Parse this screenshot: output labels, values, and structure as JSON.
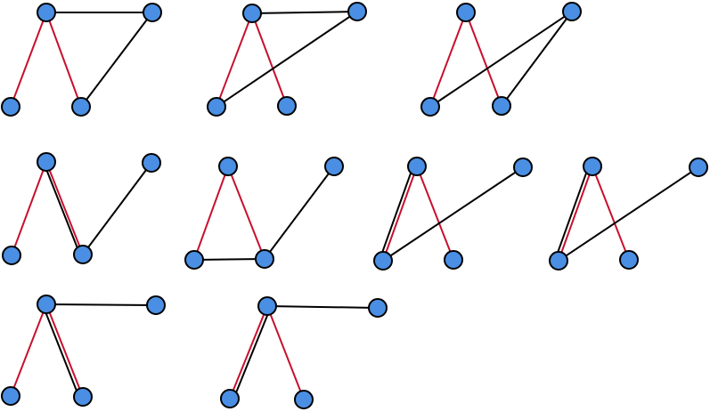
{
  "colors": {
    "background": "#ffffff",
    "node_fill": "#4a8fe3",
    "node_stroke": "#000000",
    "edge_red": "#c8102e",
    "edge_black": "#000000"
  },
  "diagram": {
    "description_count": 9,
    "graphs": [
      {
        "id": "g1"
      },
      {
        "id": "g2"
      },
      {
        "id": "g3"
      },
      {
        "id": "g4"
      },
      {
        "id": "g5"
      },
      {
        "id": "g6"
      },
      {
        "id": "g7"
      },
      {
        "id": "g8"
      },
      {
        "id": "g9"
      }
    ]
  }
}
